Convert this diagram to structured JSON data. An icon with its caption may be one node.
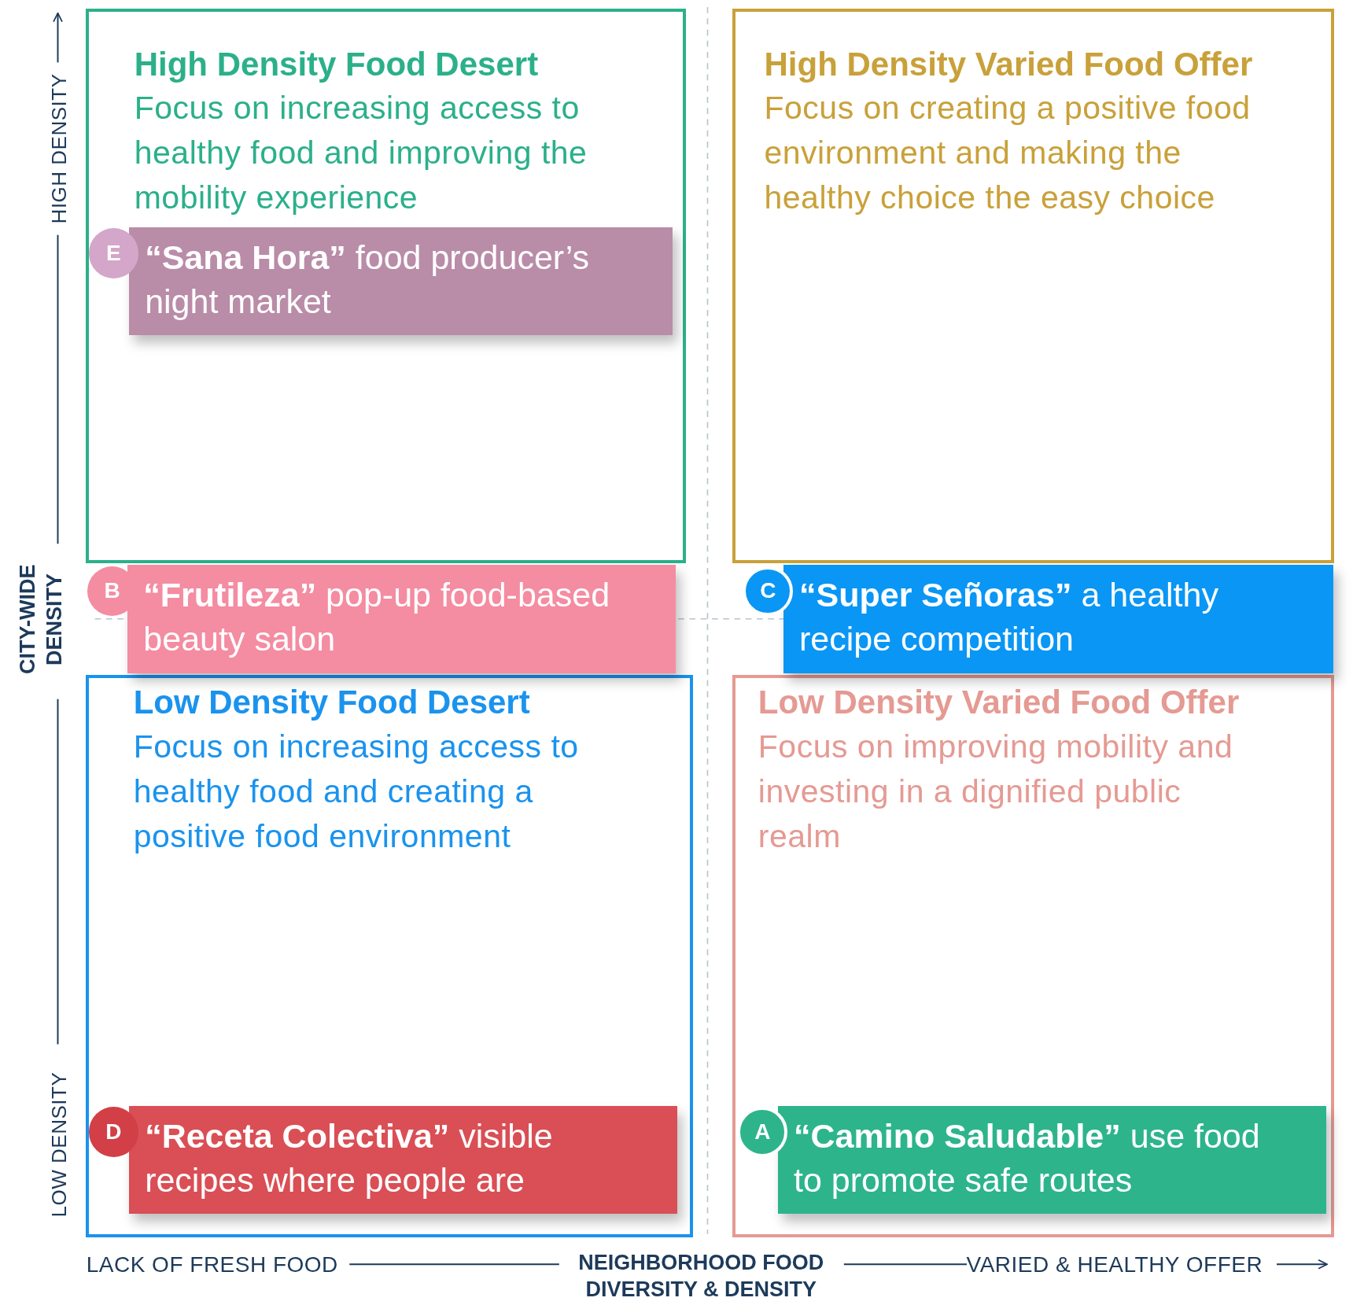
{
  "diagram": {
    "nodes": [
      {
        "text": [
          "High Density Food Desert",
          "Focus on increasing access to healthy food and improving the mobility experience"
        ]
      },
      {
        "text": [
          "High Density Varied Food Offer",
          "Focus on creating a positive food environment and making the healthy choice the easy choice"
        ]
      },
      {
        "text": [
          "E",
          "**“Sana Hora”** food producer’s night market"
        ],
        "in": 0
      },
      {
        "text": [
          "B",
          "**“Frutileza”** pop-up food-based beauty salon"
        ]
      },
      {
        "text": [
          "C",
          "**“Super Señoras”** a healthy recipe competition"
        ]
      },
      {
        "text": [
          "Low Density Food Desert",
          "Focus on increasing access to healthy food and creating a positive food environment"
        ]
      },
      {
        "text": [
          "Low Density Varied Food Offer",
          "Focus on improving mobility and investing in a dignified public realm"
        ]
      },
      {
        "text": [
          "D",
          "**“Receta Colectiva”** visible recipes where people are"
        ],
        "in": 5
      },
      {
        "text": [
          "A",
          "**“Camino Saludable”** use food to promote safe routes"
        ],
        "in": 6
      }
    ],
    "labels": [
      "HIGH DENSITY",
      "CITY-WIDE DENSITY",
      "LOW DENSITY",
      "LACK OF FRESH FOOD",
      "NEIGHBORHOOD FOOD DIVERSITY & DENSITY",
      "VARIED & HEALTHY OFFER"
    ]
  }
}
